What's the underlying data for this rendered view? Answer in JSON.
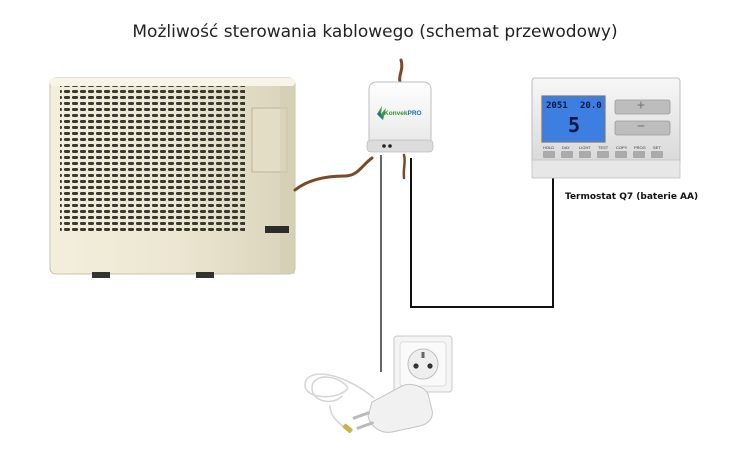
{
  "title": "Możliwość sterowania kablowego (schemat przewodowy)",
  "thermostat": {
    "caption": "Termostat Q7 (baterie AA)",
    "lcd_top_left": "2051",
    "lcd_top_right": "20.0",
    "lcd_big": "5",
    "buttons": [
      "HOLD",
      "DAY",
      "LIGHT",
      "TEST",
      "COPY",
      "PROG",
      "SET"
    ],
    "plus_symbol": "+",
    "minus_symbol": "−"
  },
  "module": {
    "brand_main": "Konvek",
    "brand_pro": "PRO"
  },
  "colors": {
    "heater_body": "#ebe6d0",
    "cable_brown": "#7a4a26",
    "wire_black": "#111111",
    "lcd_blue": "#3d7fe0"
  }
}
